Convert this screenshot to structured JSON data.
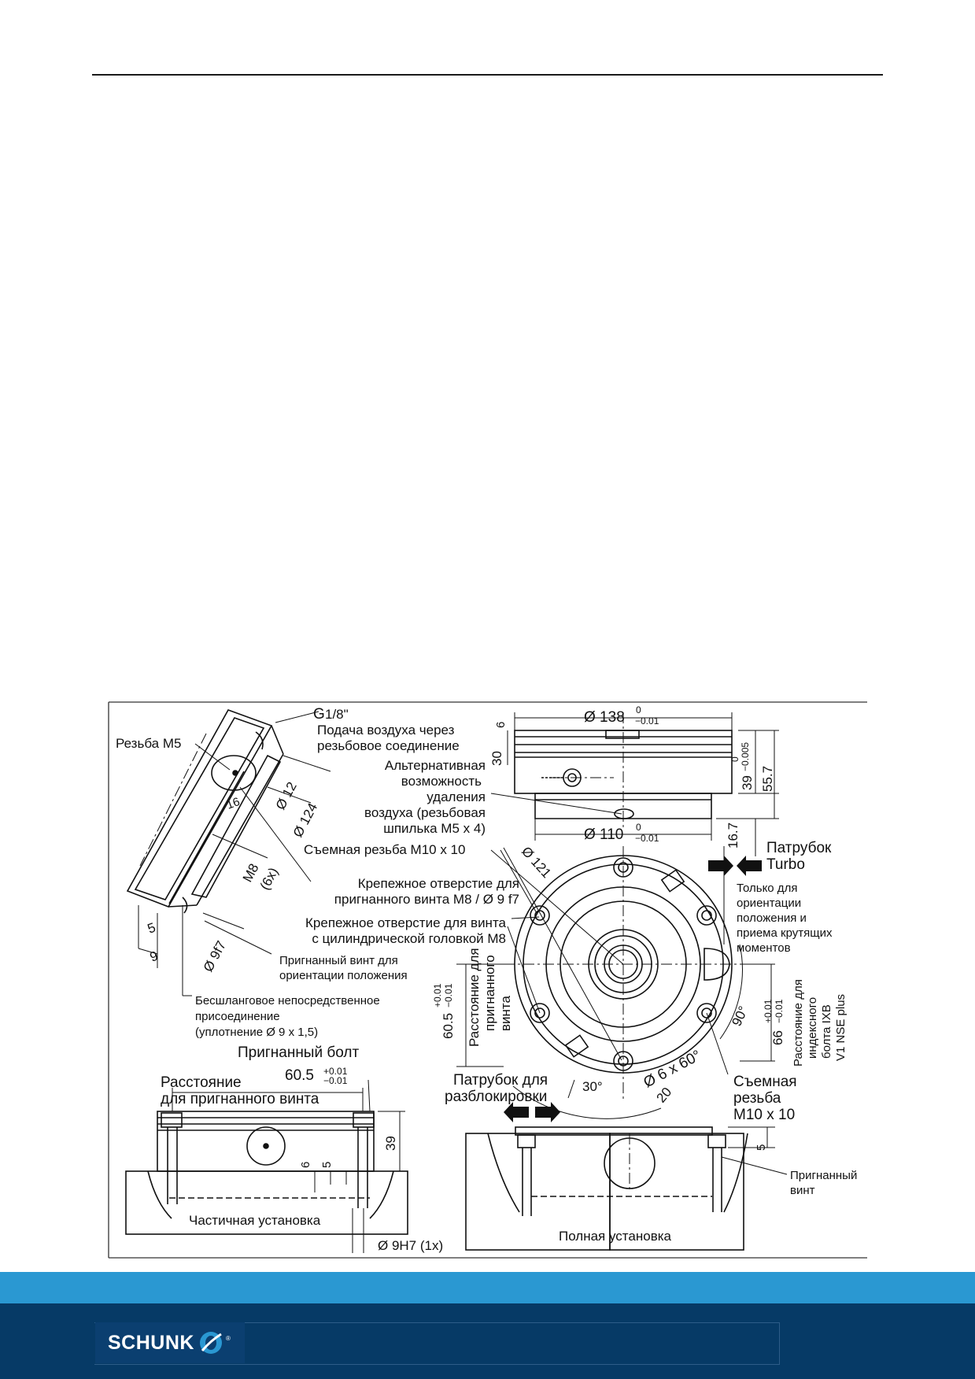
{
  "labels": {
    "g18": "G",
    "g18_frac": "1/8\"",
    "air_supply_1": "Подача воздуха через",
    "air_supply_2": "резьбовое соединение",
    "thread_m5": "Резьба M5",
    "alt_1": "Альтернативная",
    "alt_2": "возможность",
    "alt_3": "удаления",
    "alt_4": "воздуха (резьбовая",
    "alt_5": "шпилька M5 x 4)",
    "d12": "Ø 12",
    "d124": "Ø 124",
    "dim16": "16",
    "m8": "M8",
    "m8_6x": "(6x)",
    "dim5": "5",
    "dim9": "9",
    "d9f7": "Ø 9f7",
    "removable_thread": "Съемная резьба M10 x 10",
    "mount_hole_1": "Крепежное отверстие для",
    "mount_hole_2": "пригнанного винта M8 / Ø 9 f7",
    "mount_cyl_1": "Крепежное отверстие для винта",
    "mount_cyl_2": "с цилиндрической головкой M8",
    "fitted_screw_1": "Пригнанный винт для",
    "fitted_screw_2": "ориентации положения",
    "hoseless_1": "Бесшланговое непосредственное",
    "hoseless_2": "присоединение",
    "hoseless_3": "(уплотнение Ø 9 x 1,5)",
    "d138": "Ø 138",
    "d138_tol_up": "0",
    "d138_tol_lo": "−0.01",
    "dim6_top": "6",
    "dim30": "30",
    "dim39_main": "39",
    "dim39_tol_up": "0",
    "dim39_tol_lo": "−0.005",
    "dim55_7": "55.7",
    "d110": "Ø 110",
    "d110_tol_up": "0",
    "d110_tol_lo": "−0.01",
    "dim16_7": "16.7",
    "turbo_1": "Патрубок",
    "turbo_2": "Turbo",
    "d121": "Ø 121",
    "orient_1": "Только для",
    "orient_2": "ориентации",
    "orient_3": "положения и",
    "orient_4": "приема крутящих",
    "orient_5": "моментов",
    "dist_fit_1": "Расстояние для",
    "dist_fit_2": "пригнанного",
    "dist_fit_3": "винта",
    "dim60_5": "60.5",
    "tol_p001": "+0.01",
    "tol_m001": "−0.01",
    "dim66": "66",
    "dist_idx_1": "Расстояние для",
    "dist_idx_2": "индексного",
    "dist_idx_3": "болта IXB",
    "dist_idx_4": "V1 NSE plus",
    "ang90": "90°",
    "ang30": "30°",
    "ang6x60": "Ø 6 x 60°",
    "dim20": "20",
    "unlock_1": "Патрубок для",
    "unlock_2": "разблокировки",
    "removable_2_1": "Съемная",
    "removable_2_2": "резьба",
    "removable_2_3": "M10 x 10",
    "fitted_bolt": "Пригнанный болт",
    "dist_bolt_1": "Расстояние",
    "dist_bolt_2": "для пригнанного винта",
    "dim39_side": "39",
    "dim6_small": "6",
    "dim5_small": "5",
    "partial_install": "Частичная установка",
    "d9h7": "Ø 9H7 (1x)",
    "dim5_right": "5",
    "fitted_screw_r_1": "Пригнанный",
    "fitted_screw_r_2": "винт",
    "full_install": "Полная установка"
  },
  "footer": {
    "logo_text": "SCHUNK",
    "logo_reg": "®",
    "band_color": "#2a98d2",
    "dark_color": "#063a66"
  }
}
